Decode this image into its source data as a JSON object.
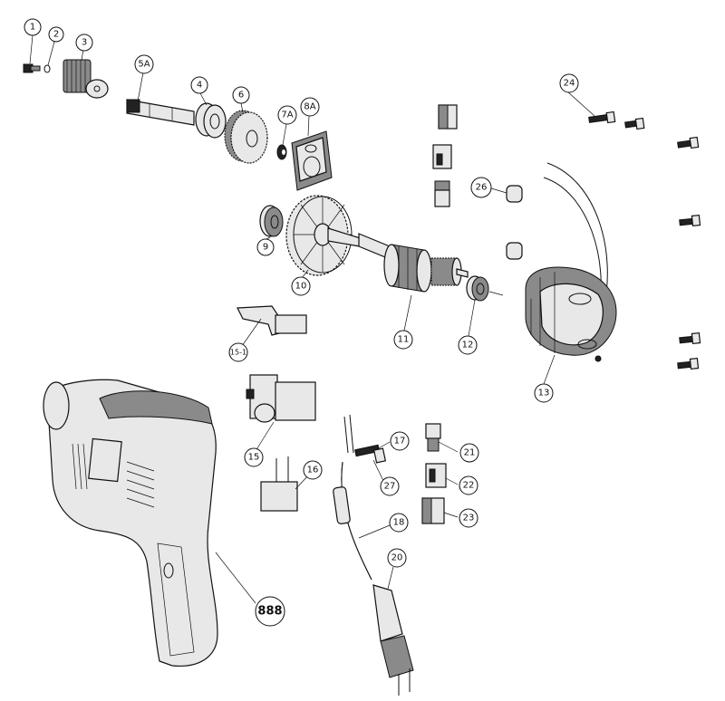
{
  "callouts": {
    "c1": "1",
    "c2": "2",
    "c3": "3",
    "c5a": "5A",
    "c4": "4",
    "c6": "6",
    "c7a": "7A",
    "c8a": "8A",
    "c24": "24",
    "c26": "26",
    "c9": "9",
    "c10": "10",
    "c11": "11",
    "c12": "12",
    "c13": "13",
    "c15_1": "15-1",
    "c15": "15",
    "c16": "16",
    "c17": "17",
    "c27": "27",
    "c21": "21",
    "c22": "22",
    "c23": "23",
    "c18": "18",
    "c20": "20",
    "c888": "888"
  }
}
